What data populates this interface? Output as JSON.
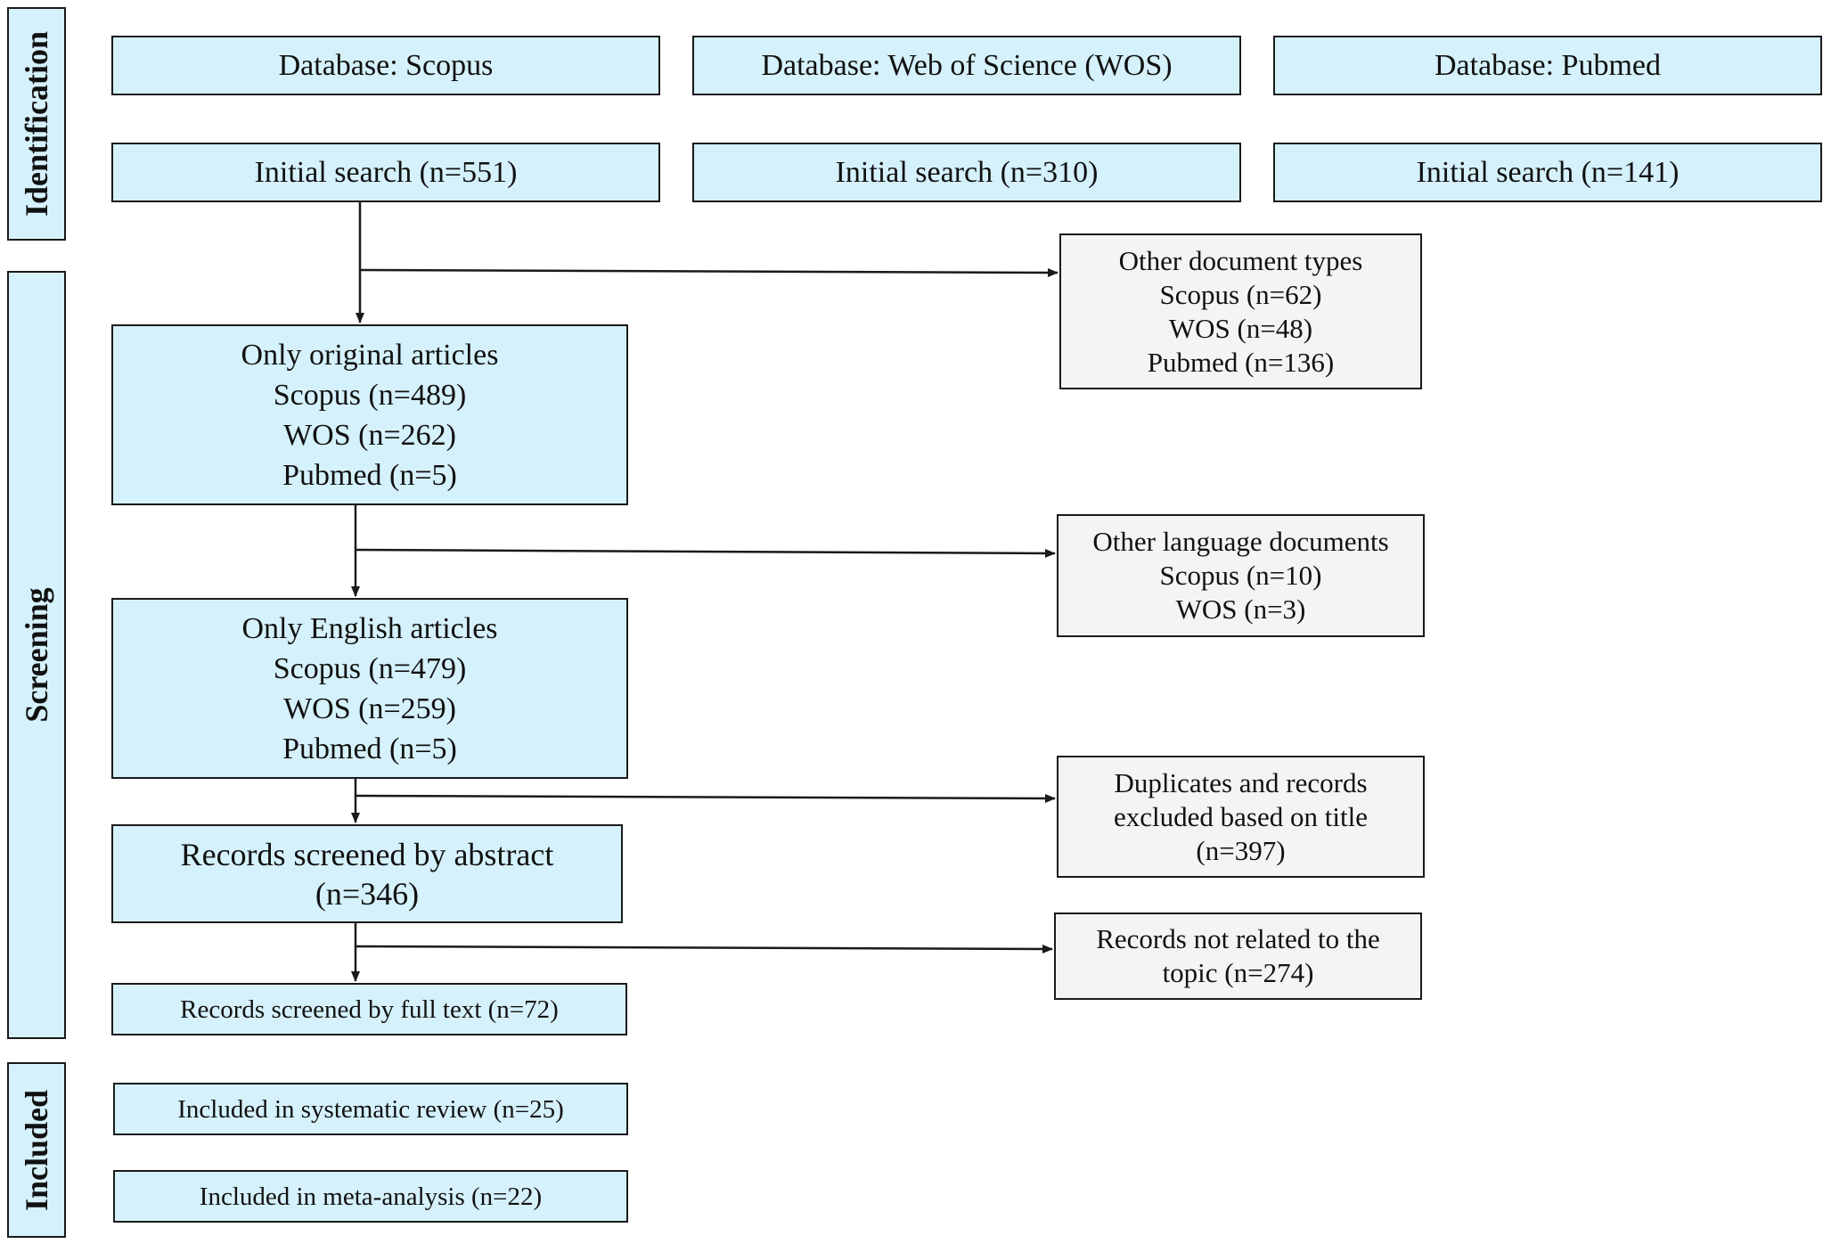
{
  "stages": {
    "identification": "Identification",
    "screening": "Screening",
    "included": "Included"
  },
  "databases": {
    "scopus": "Database: Scopus",
    "wos": "Database: Web of Science (WOS)",
    "pubmed": "Database: Pubmed"
  },
  "initial_search": {
    "scopus": "Initial search (n=551)",
    "wos": "Initial search (n=310)",
    "pubmed": "Initial search (n=141)"
  },
  "original_articles": {
    "title": "Only original articles",
    "scopus": "Scopus (n=489)",
    "wos": "WOS (n=262)",
    "pubmed": "Pubmed (n=5)"
  },
  "english_articles": {
    "title": "Only English articles",
    "scopus": "Scopus (n=479)",
    "wos": "WOS (n=259)",
    "pubmed": "Pubmed (n=5)"
  },
  "abstract_screen": {
    "line1": "Records screened by abstract",
    "line2": "(n=346)"
  },
  "fulltext_screen": "Records screened by full text (n=72)",
  "included_review": "Included in systematic review (n=25)",
  "included_meta": "Included in meta-analysis (n=22)",
  "excluded_doc_types": {
    "title": "Other document types",
    "scopus": "Scopus (n=62)",
    "wos": "WOS (n=48)",
    "pubmed": "Pubmed (n=136)"
  },
  "excluded_language": {
    "title": "Other language documents",
    "scopus": "Scopus (n=10)",
    "wos": "WOS (n=3)"
  },
  "excluded_duplicates": {
    "line1": "Duplicates and records",
    "line2": "excluded based on title",
    "line3": "(n=397)"
  },
  "excluded_topic": {
    "line1": "Records not related to the",
    "line2": "topic (n=274)"
  },
  "colors": {
    "main_box_fill": "#d5f1fb",
    "excluded_box_fill": "#f4f4f4",
    "border": "#1a1a1a"
  }
}
